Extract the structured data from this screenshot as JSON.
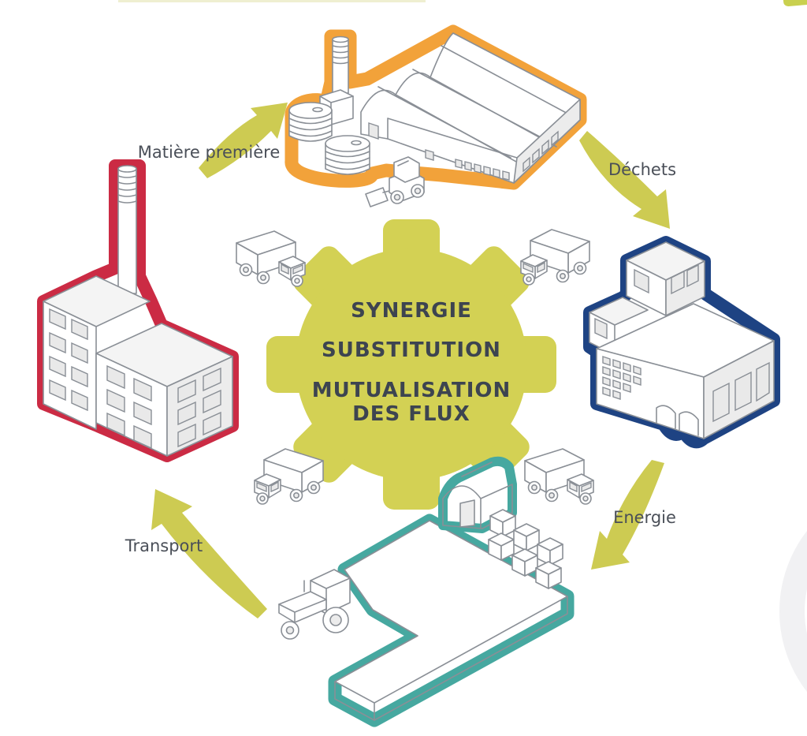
{
  "diagram": {
    "center_gear": {
      "lines": [
        "SYNERGIE",
        "SUBSTITUTION",
        "MUTUALISATION",
        "DES FLUX"
      ],
      "color": "#d3d154",
      "text_color": "#3d4450"
    },
    "labels": {
      "raw_material": "Matière première",
      "waste": "Déchets",
      "energy": "Energie",
      "transport": "Transport"
    },
    "label_color": "#4a4f58",
    "arrow_color": "#cdcb52",
    "outline_colors": {
      "factory_top": "#f2a23a",
      "factory_left": "#cb2b44",
      "building_right": "#1e4383",
      "platform_bottom": "#46a8a0",
      "shed_bottom": "#46a8a0"
    },
    "linework_color": "#8a8f96",
    "corner_tab_color": "#c9d04f"
  }
}
